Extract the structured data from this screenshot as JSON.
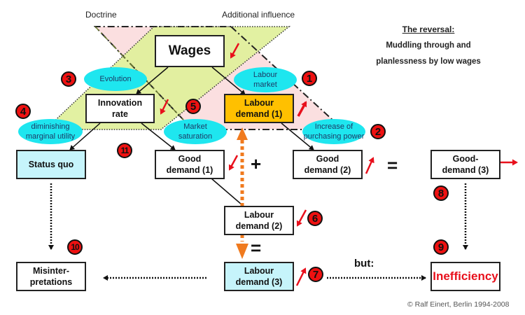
{
  "labels": {
    "doctrine": "Doctrine",
    "additional_influence": "Additional influence"
  },
  "title": {
    "heading": "The reversal:",
    "line1": "Muddling through and",
    "line2": "planlessness by low wages"
  },
  "boxes": {
    "wages": "Wages",
    "innovation_rate_1": "Innovation",
    "innovation_rate_2": "rate",
    "labour_demand_1a": "Labour",
    "labour_demand_1b": "demand (1)",
    "status_quo": "Status quo",
    "good_demand_1a": "Good",
    "good_demand_1b": "demand (1)",
    "good_demand_2a": "Good",
    "good_demand_2b": "demand (2)",
    "good_demand_3a": "Good-",
    "good_demand_3b": "demand (3)",
    "labour_demand_2a": "Labour",
    "labour_demand_2b": "demand (2)",
    "labour_demand_3a": "Labour",
    "labour_demand_3b": "demand (3)",
    "misinterpretations_a": "Misinter-",
    "misinterpretations_b": "pretations",
    "inefficiency": "Inefficiency"
  },
  "ellipses": {
    "evolution": "Evolution",
    "labour_market_a": "Labour",
    "labour_market_b": "market",
    "diminishing_a": "diminishing",
    "diminishing_b": "marginal utility",
    "market_saturation_a": "Market",
    "market_saturation_b": "saturation",
    "purchasing_a": "Increase of",
    "purchasing_b": "purchasing power"
  },
  "numbers": [
    "1",
    "2",
    "3",
    "4",
    "5",
    "6",
    "7",
    "8",
    "9",
    "10",
    "11"
  ],
  "operators": {
    "plus": "+",
    "equals": "=",
    "equals2": "="
  },
  "but_label": "but:",
  "copyright": "© Ralf Einert, Berlin 1994-2008",
  "colors": {
    "green_area": "#e0f09a",
    "pink_area": "#fbdfe0",
    "ellipse": "#1ee6ef",
    "badge": "#ee1111",
    "labour_highlight": "#ffc000",
    "cyan_box": "#c6f4fb",
    "orange_arrow": "#f07a1e",
    "red_arrow": "#e8101c"
  }
}
